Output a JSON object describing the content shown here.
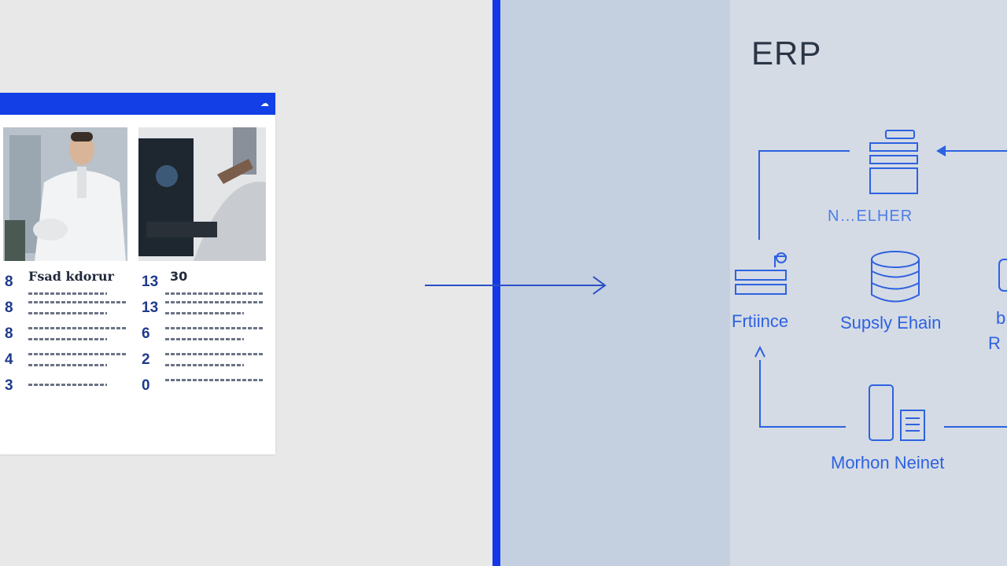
{
  "left_card": {
    "header_icon": "cloud-icon",
    "list_heading": "Fsad kdorur",
    "col1_numbers": [
      "8",
      "8",
      "8",
      "4",
      "3"
    ],
    "col2_numbers": [
      "13",
      "13",
      "6",
      "2",
      "0"
    ],
    "col2_head_text": "30"
  },
  "erp": {
    "title": "ERP",
    "top_label": "N…ELHER",
    "finance_label": "Frtiince",
    "supply_label": "Supsly Ehain",
    "mgmt_label": "Morhon Neinet",
    "right_label_1": "b",
    "right_label_2": "R"
  },
  "colors": {
    "accent": "#1238e8",
    "diagram_blue": "#2d62e0",
    "panel_mid": "#c4d0e0",
    "panel_right": "#d5dbe5"
  }
}
